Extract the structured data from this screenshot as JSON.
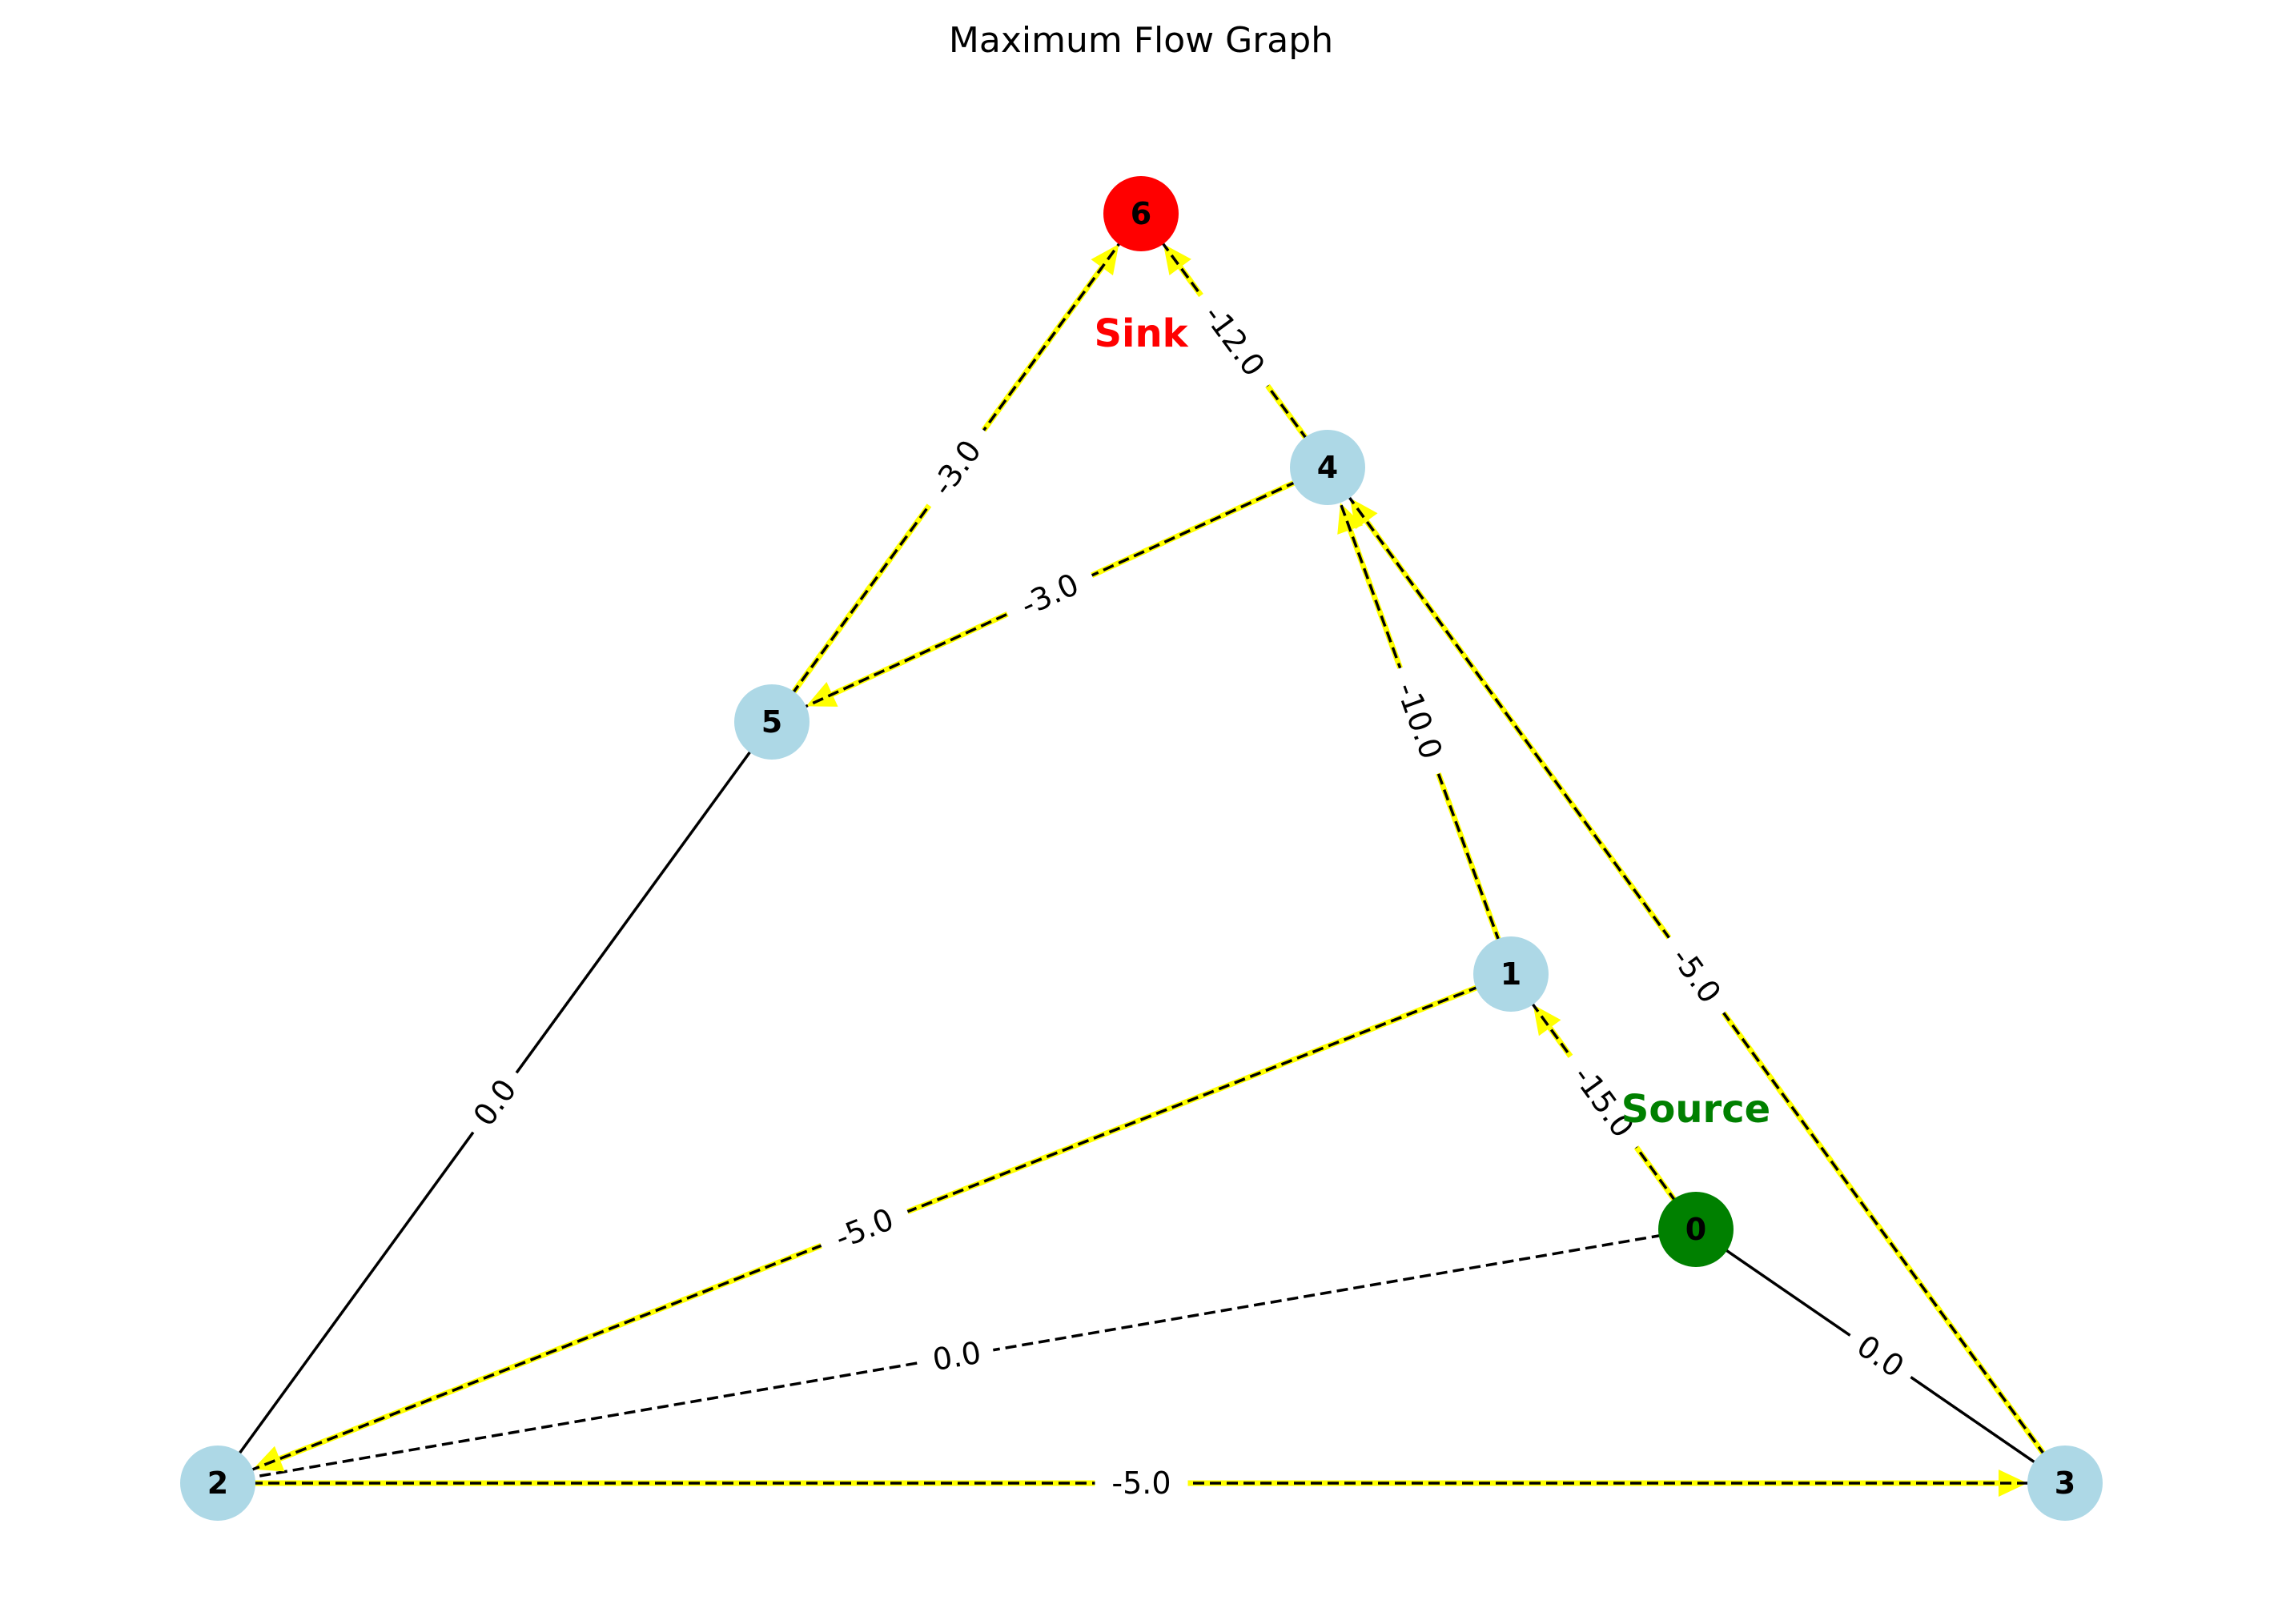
{
  "title": "Maximum Flow Graph",
  "colors": {
    "node_default": "#add8e6",
    "source": "#008000",
    "sink": "#ff0000",
    "flow_edge": "#ffff00",
    "edge": "#000000",
    "label_bg": "#ffffff"
  },
  "nodes": [
    {
      "id": "0",
      "label": "0",
      "role": "source"
    },
    {
      "id": "1",
      "label": "1",
      "role": "normal"
    },
    {
      "id": "2",
      "label": "2",
      "role": "normal"
    },
    {
      "id": "3",
      "label": "3",
      "role": "normal"
    },
    {
      "id": "4",
      "label": "4",
      "role": "normal"
    },
    {
      "id": "5",
      "label": "5",
      "role": "normal"
    },
    {
      "id": "6",
      "label": "6",
      "role": "sink"
    }
  ],
  "edges": [
    {
      "from": "0",
      "to": "1",
      "label": "-15.0",
      "flow": true,
      "style": "dashed"
    },
    {
      "from": "0",
      "to": "2",
      "label": "0.0",
      "flow": false,
      "style": "dashed"
    },
    {
      "from": "0",
      "to": "3",
      "label": "0.0",
      "flow": false,
      "style": "solid"
    },
    {
      "from": "1",
      "to": "4",
      "label": "-10.0",
      "flow": true,
      "style": "dashed"
    },
    {
      "from": "1",
      "to": "2",
      "label": "-5.0",
      "flow": true,
      "style": "dashed"
    },
    {
      "from": "2",
      "to": "3",
      "label": "-5.0",
      "flow": true,
      "style": "dashed"
    },
    {
      "from": "2",
      "to": "5",
      "label": "0.0",
      "flow": false,
      "style": "solid"
    },
    {
      "from": "3",
      "to": "4",
      "label": "-5.0",
      "flow": true,
      "style": "dashed"
    },
    {
      "from": "4",
      "to": "6",
      "label": "-12.0",
      "flow": true,
      "style": "dashed"
    },
    {
      "from": "4",
      "to": "5",
      "label": "-3.0",
      "flow": true,
      "style": "dashed"
    },
    {
      "from": "5",
      "to": "6",
      "label": "-3.0",
      "flow": true,
      "style": "dashed"
    }
  ],
  "annotations": {
    "source_label": "Source",
    "sink_label": "Sink"
  }
}
